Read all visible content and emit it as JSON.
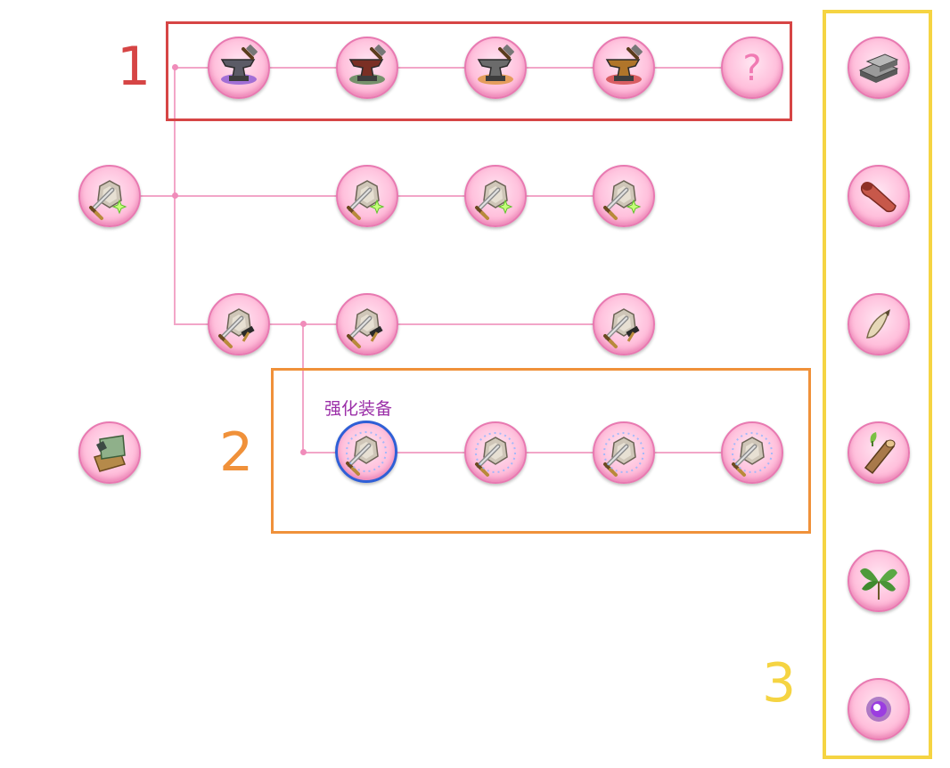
{
  "annotations": {
    "box1": {
      "label": "1",
      "color": "#d64545"
    },
    "box2": {
      "label": "2",
      "color": "#f0913a"
    },
    "box3": {
      "label": "3",
      "color": "#f5d442"
    }
  },
  "tooltip": {
    "text": "强化装备"
  },
  "skill_tree": {
    "row1": [
      {
        "icon": "anvil-purple-icon"
      },
      {
        "icon": "anvil-brown-icon"
      },
      {
        "icon": "anvil-gold-icon"
      },
      {
        "icon": "anvil-red-icon"
      },
      {
        "icon": "question-mark-icon",
        "text": "?"
      }
    ],
    "row2": [
      {
        "icon": "armor-sword-sparkle-icon"
      },
      {
        "icon": "armor-sword-sparkle-icon"
      },
      {
        "icon": "armor-sword-sparkle-icon"
      },
      {
        "icon": "armor-sword-sparkle-icon"
      }
    ],
    "row3": [
      {
        "icon": "armor-sword-hammer-icon"
      },
      {
        "icon": "armor-sword-hammer-icon"
      },
      {
        "icon": "armor-sword-hammer-icon"
      }
    ],
    "row4": [
      {
        "icon": "scroll-map-icon"
      },
      {
        "icon": "armor-sword-enhance-icon",
        "selected": true
      },
      {
        "icon": "armor-sword-enhance-icon"
      },
      {
        "icon": "armor-sword-enhance-icon"
      },
      {
        "icon": "armor-sword-enhance-icon"
      }
    ]
  },
  "materials": [
    {
      "icon": "iron-ingot-icon"
    },
    {
      "icon": "leather-hide-icon"
    },
    {
      "icon": "claw-fang-icon"
    },
    {
      "icon": "wood-log-icon"
    },
    {
      "icon": "herb-leaf-icon"
    },
    {
      "icon": "purple-orb-icon"
    }
  ]
}
